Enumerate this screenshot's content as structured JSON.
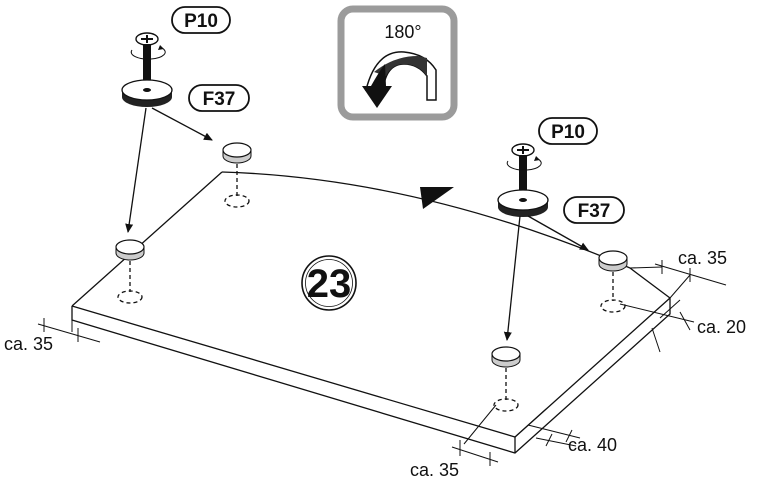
{
  "labels": {
    "screw": "P10",
    "glide": "F37",
    "part_number": "23",
    "rotation": "180°"
  },
  "dimensions": {
    "left_front": "ca. 35",
    "right_back_top": "ca. 35",
    "right_back_side": "ca. 20",
    "right_front_side": "ca. 40",
    "right_front_bottom": "ca. 35"
  }
}
